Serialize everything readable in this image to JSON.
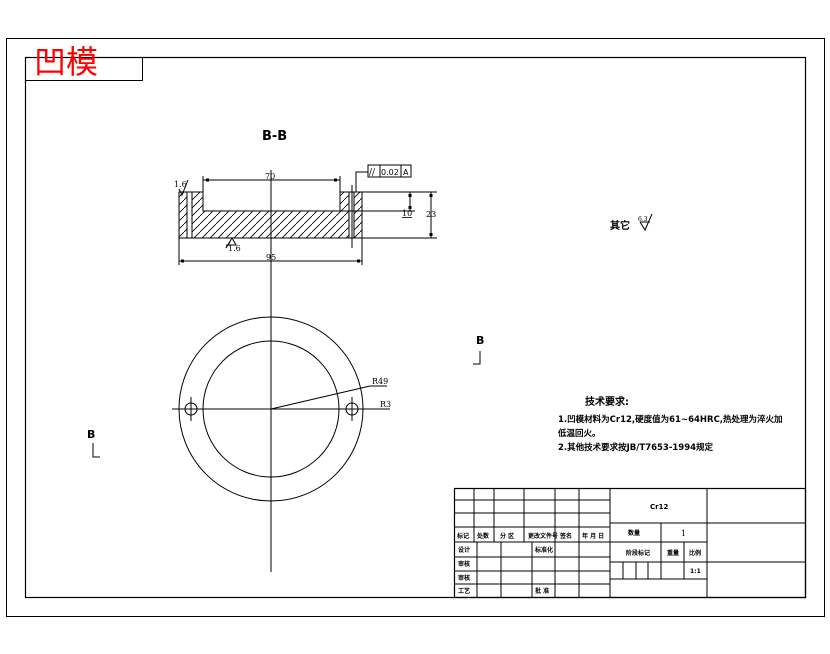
{
  "logo": {
    "text": "凹模",
    "color": "#ff0000"
  },
  "section_view": {
    "title": "B-B",
    "dimensions": {
      "width_inner": "70",
      "width_outer": "95",
      "height_total": "23",
      "pocket_depth": "10"
    },
    "roughness_top": "1.6",
    "roughness_bottom": "1.6",
    "tolerance_frame": {
      "symbol": "//",
      "value": "0.02",
      "datum": "A"
    }
  },
  "surface_note": {
    "label": "其它",
    "roughness": "6.3"
  },
  "plan_view": {
    "radius_outer_label": "R49",
    "radius_hole_label": "R3"
  },
  "section_markers": [
    {
      "label": "B"
    },
    {
      "label": "B"
    }
  ],
  "tech_requirements": {
    "title": "技术要求:",
    "lines": [
      "1.凹模材料为Cr12,硬度值为61~64HRC,热处理为淬火加",
      "低温回火。",
      "2.其他技术要求按JB/T7653-1994规定"
    ]
  },
  "title_block": {
    "material": "Cr12",
    "header_row": [
      "标记",
      "处数",
      "分 区",
      "更改文件号",
      "签名",
      "年 月 日"
    ],
    "rows": [
      {
        "label": "设计",
        "mid_label": "标准化"
      },
      {
        "label": "审核",
        "mid_label": ""
      },
      {
        "label": "审核",
        "mid_label": ""
      },
      {
        "label": "工艺",
        "mid_label": "批 准"
      }
    ],
    "quantity_label": "数量",
    "quantity_value": "1",
    "stage_label": "阶段标记",
    "weight_label": "重量",
    "scale_label": "比例",
    "scale_value": "1:1"
  }
}
